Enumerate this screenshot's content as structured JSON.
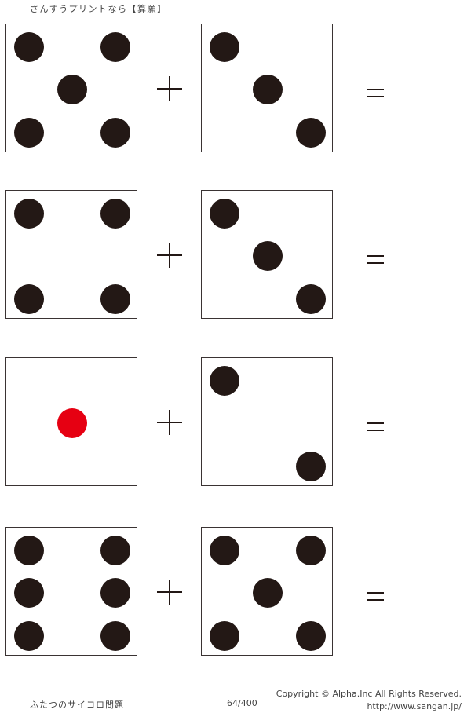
{
  "header": {
    "title": "さんすうプリントなら【算願】"
  },
  "colors": {
    "pip": "#231815",
    "pip_highlight": "#e60012",
    "border": "#3a3333"
  },
  "problems": [
    {
      "die1": 5,
      "operator": "+",
      "die2": 3,
      "equals": "=",
      "answer": ""
    },
    {
      "die1": 4,
      "operator": "+",
      "die2": 3,
      "equals": "=",
      "answer": ""
    },
    {
      "die1": 1,
      "operator": "+",
      "die2": 2,
      "equals": "=",
      "answer": ""
    },
    {
      "die1": 6,
      "operator": "+",
      "die2": 5,
      "equals": "=",
      "answer": ""
    }
  ],
  "footer": {
    "title": "ふたつのサイコロ問題",
    "page": "64/400",
    "copyright": "Copyright ©  Alpha.Inc All Rights Reserved.",
    "url": "http://www.sangan.jp/"
  }
}
